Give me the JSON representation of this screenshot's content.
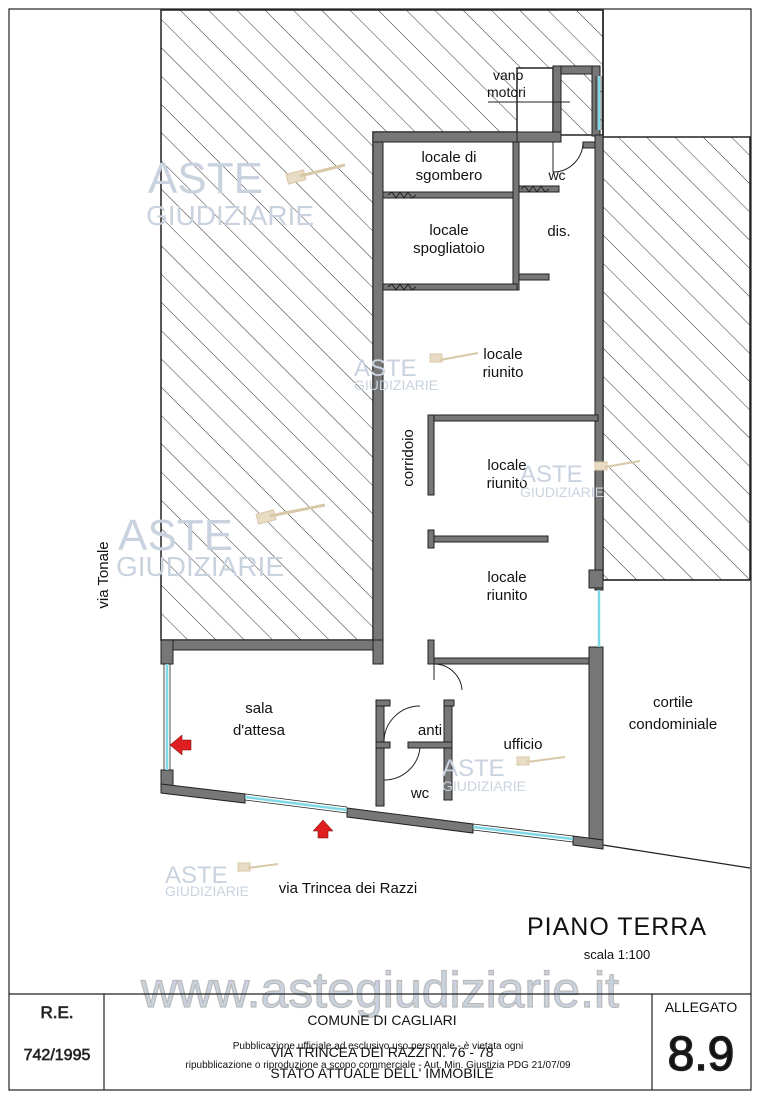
{
  "rooms": {
    "vano_motori": [
      "vano",
      "motori"
    ],
    "locale_sgombero": [
      "locale di",
      "sgombero"
    ],
    "wc_top": "wc",
    "locale_spogliatoio": [
      "locale",
      "spogliatoio"
    ],
    "dis": "dis.",
    "locale_riunito_1": [
      "locale",
      "riunito"
    ],
    "locale_riunito_2": [
      "locale",
      "riunito"
    ],
    "locale_riunito_3": [
      "locale",
      "riunito"
    ],
    "corridoio": "corridoio",
    "sala_attesa": [
      "sala",
      "d'attesa"
    ],
    "anti": "anti",
    "wc_bottom": "wc",
    "ufficio": "ufficio",
    "cortile": [
      "cortile",
      "condominiale"
    ]
  },
  "streets": {
    "via_tonale": "via Tonale",
    "via_trincea": "via Trincea dei Razzi"
  },
  "plan_title": "PIANO TERRA",
  "scale": "scala 1:100",
  "watermark": {
    "aste": "ASTE",
    "giudiziarie": "GIUDIZIARIE",
    "site": "www.astegiudiziarie.it"
  },
  "title_block": {
    "re_label": "R.E.",
    "re_number": "742/1995",
    "comune": "COMUNE DI CAGLIARI",
    "address": "VIA TRINCEA DEI RAZZI N. 76 - 78",
    "state": "STATO ATTUALE DELL' IMMOBILE",
    "allegato_label": "ALLEGATO",
    "allegato_number": "8.9",
    "disclaimer_1": "Pubblicazione ufficiale ad esclusivo uso personale - è vietata ogni",
    "disclaimer_2": "ripubblicazione o riproduzione a scopo commerciale - Aut. Min. Giustizia PDG 21/07/09"
  },
  "colors": {
    "wall": "#777777",
    "window": "#7fd8e6",
    "arrow": "#e02020",
    "watermark": "#c9d3e0"
  }
}
